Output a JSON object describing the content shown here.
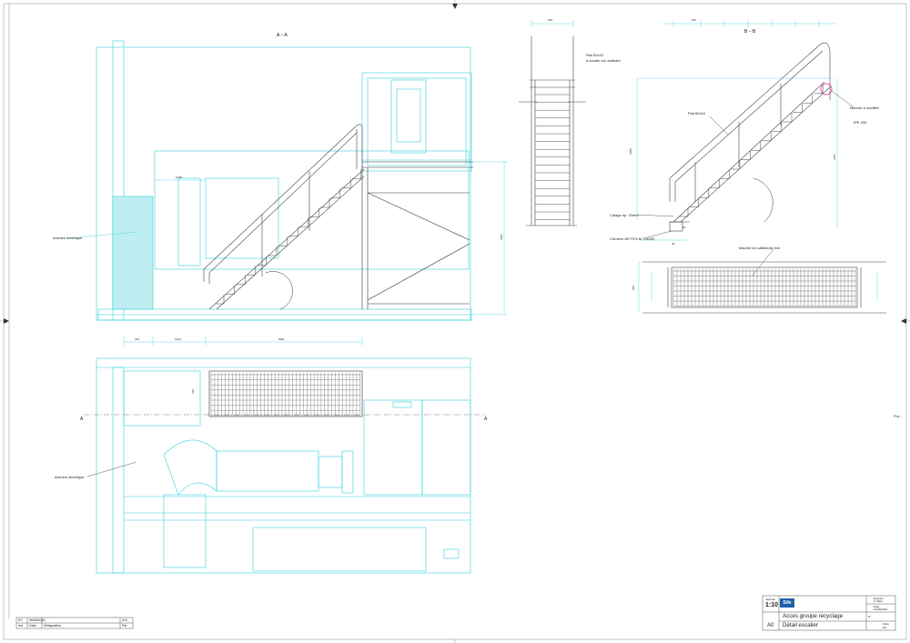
{
  "views": {
    "section_title": "A – A",
    "side_title": "B – B",
    "section_marker_left": "A",
    "section_marker_right": "A",
    "right_edge_note": "Pro..."
  },
  "annotations": {
    "armoire_top": "Armoire électrique",
    "armoire_bottom": "Armoire électrique",
    "plat_front_line1": "Plat 50x10",
    "plat_front_line2": "à souder sur ambiant",
    "plat_side": "Plat 60x10",
    "marche_modifier": "Marche à modifier",
    "ipe_ref": "IPE 200",
    "cornier": "Cornière 60*70*6 M 70x100",
    "calage": "Calage ep. 10mm",
    "marche_caillebotis": "Marche en caillebotis 3x4"
  },
  "dimensions": {
    "dim_left": "220",
    "dim_mid": "1024",
    "dim_right": "3091",
    "dim_height_main": "2697",
    "dim_landing": "1048",
    "dim_front_top": "790",
    "dim_side_height": "2550",
    "dim_side_rise": "3071",
    "dim_grating_w": "660",
    "dim_grating_side": "210",
    "dim_top_section": "810",
    "dim_cornier_w": "40",
    "dim_cornier_h": "60"
  },
  "title_block": {
    "scale_label": "Echelle",
    "scale": "1:10",
    "logo": "Sife",
    "project": "Acces groupe recyclage",
    "drawing": "Détail escalier",
    "format": "A0",
    "author_label": "Dessiné",
    "author": "S.Vidal",
    "date_label": "Date",
    "date": "01/06/2016",
    "sheet_label": "Folio",
    "sheet": "EC",
    "number_label": "N°",
    "rev_row_ind": "EC",
    "rev_row_date": "06/06/016",
    "rev_row_desc": "1",
    "rev_row_by": "A.B",
    "rev_h_ind": "Ind",
    "rev_h_date": "Date",
    "rev_h_desc": "Désignation",
    "rev_h_by": "Par"
  },
  "colors": {
    "frame": "#555555",
    "cyan": "#36d0dc",
    "ink": "#333333",
    "accent": "#1f5fa8",
    "highlight": "#d8208a"
  }
}
